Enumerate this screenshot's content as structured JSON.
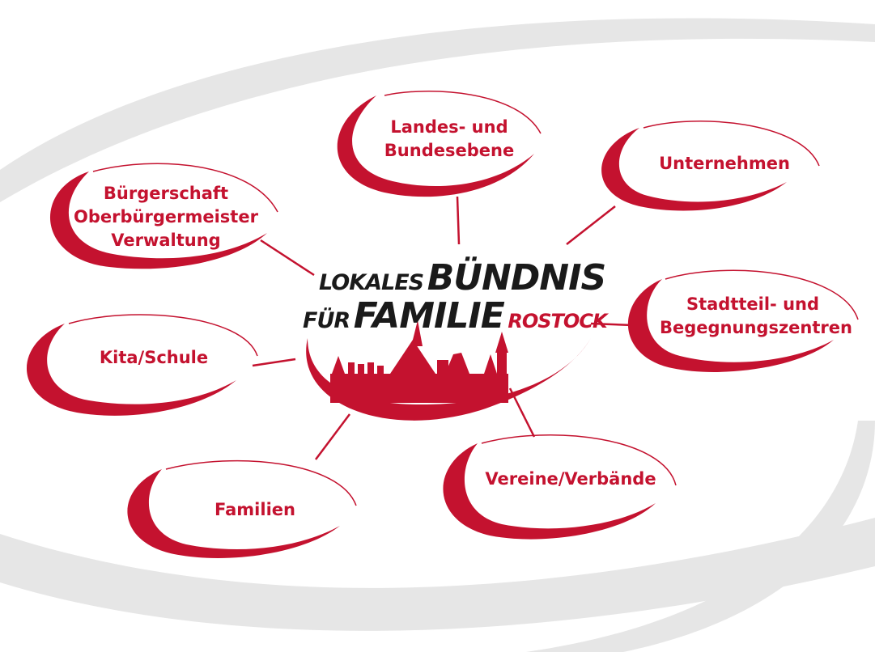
{
  "colors": {
    "accent": "#c4122f",
    "swoosh": "#e6e6e6",
    "text_dark": "#1a1a1a"
  },
  "logo": {
    "line1_small": "LOKALES",
    "line1_big": "BÜNDNIS",
    "line2_small": "FÜR",
    "line2_big": "FAMILIE",
    "line2_red": "ROSTOCK"
  },
  "nodes": {
    "landes": [
      "Landes- und",
      "Bundesebene"
    ],
    "unternehmen": [
      "Unternehmen"
    ],
    "buergerschaft": [
      "Bürgerschaft",
      "Oberbürgermeister",
      "Verwaltung"
    ],
    "stadtteil": [
      "Stadtteil- und",
      "Begegnungszentren"
    ],
    "kita": [
      "Kita/Schule"
    ],
    "vereine": [
      "Vereine/Verbände"
    ],
    "familien": [
      "Familien"
    ]
  }
}
